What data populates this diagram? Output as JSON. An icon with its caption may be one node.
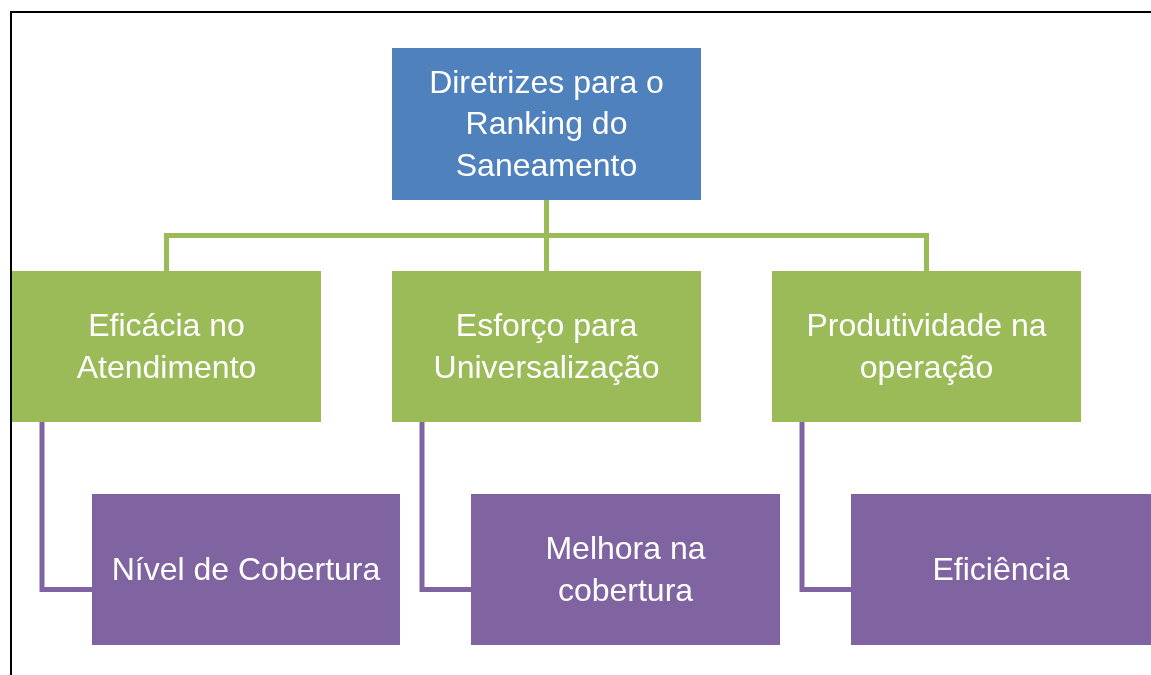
{
  "diagram": {
    "nodes": [
      {
        "text": [
          "Diretrizes para o Ranking do Saneamento"
        ]
      },
      {
        "text": [
          "Eficácia no Atendimento"
        ]
      },
      {
        "text": [
          "Esforço para Universalização"
        ]
      },
      {
        "text": [
          "Produtividade na operação"
        ]
      },
      {
        "text": [
          "Nível de Cobertura"
        ]
      },
      {
        "text": [
          "Melhora na cobertura"
        ]
      },
      {
        "text": [
          "Eficiência"
        ]
      }
    ],
    "edges": [
      {
        "from": 0,
        "to": 1,
        "arrow": "none",
        "color": "#9bbb59"
      },
      {
        "from": 0,
        "to": 2,
        "arrow": "none",
        "color": "#9bbb59"
      },
      {
        "from": 0,
        "to": 3,
        "arrow": "none",
        "color": "#9bbb59"
      },
      {
        "from": 1,
        "to": 4,
        "arrow": "none",
        "color": "#8064a2"
      },
      {
        "from": 2,
        "to": 5,
        "arrow": "none",
        "color": "#8064a2"
      },
      {
        "from": 3,
        "to": 6,
        "arrow": "none",
        "color": "#8064a2"
      }
    ]
  }
}
